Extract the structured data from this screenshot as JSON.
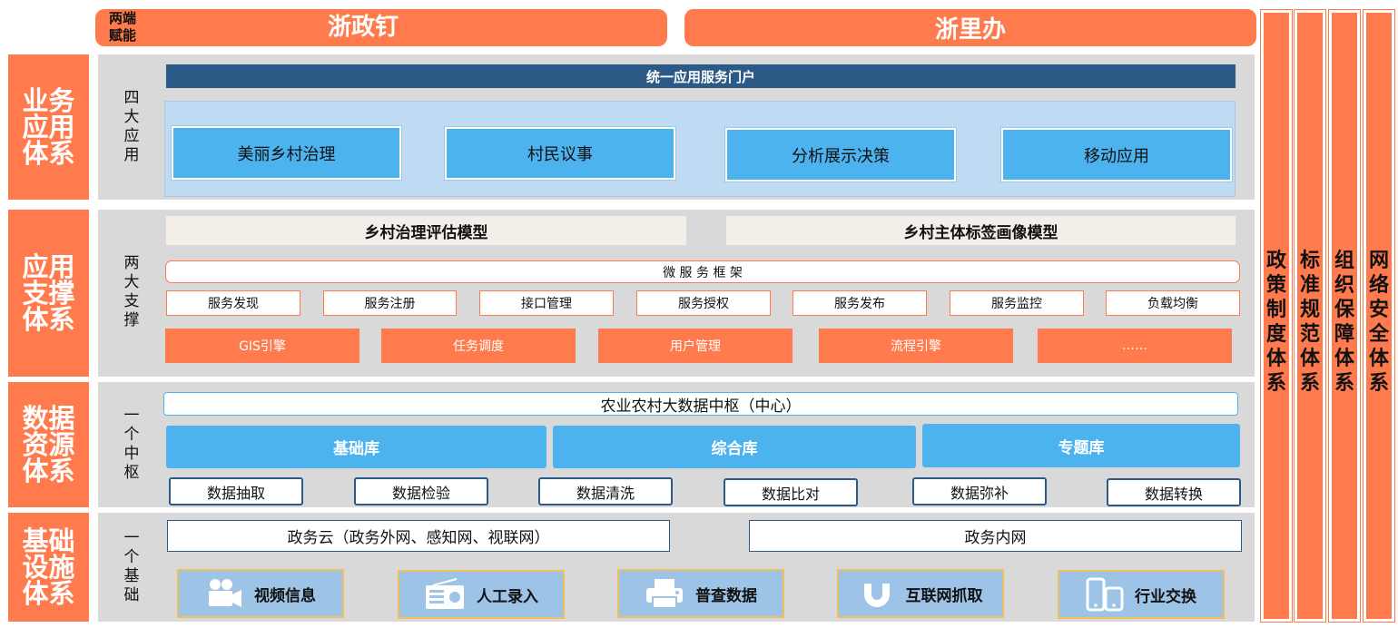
{
  "top": {
    "label": "两端\n赋能",
    "left_title": "浙政钉",
    "right_title": "浙里办"
  },
  "layers": {
    "business": "业务\n应用\n体系",
    "support": "应用\n支撑\n体系",
    "data": "数据\n资源\n体系",
    "infra": "基础\n设施\n体系"
  },
  "sublabels": {
    "four_apps": "四\n大\n应\n用",
    "two_support": "两\n大\n支\n撑",
    "one_hub": "一\n个\n中\n枢",
    "one_base": "一\n个\n基\n础"
  },
  "apps": {
    "portal": "统一应用服务门户",
    "items": [
      "美丽乡村治理",
      "村民议事",
      "分析展示决策",
      "移动应用"
    ]
  },
  "support": {
    "models": [
      "乡村治理评估模型",
      "乡村主体标签画像模型"
    ],
    "framework": "微 服 务 框 架",
    "services": [
      "服务发现",
      "服务注册",
      "接口管理",
      "服务授权",
      "服务发布",
      "服务监控",
      "负载均衡"
    ],
    "engines": [
      "GIS引擎",
      "任务调度",
      "用户管理",
      "流程引擎",
      "……"
    ]
  },
  "data": {
    "hub": "农业农村大数据中枢（中心）",
    "libraries": [
      "基础库",
      "综合库",
      "专题库"
    ],
    "ops": [
      "数据抽取",
      "数据检验",
      "数据清洗",
      "数据比对",
      "数据弥补",
      "数据转换"
    ]
  },
  "infra": {
    "networks": [
      "政务云（政务外网、感知网、视联网）",
      "政务内网"
    ],
    "sources": [
      {
        "label": "视频信息",
        "icon": "video-camera-icon"
      },
      {
        "label": "人工录入",
        "icon": "radio-icon"
      },
      {
        "label": "普查数据",
        "icon": "printer-icon"
      },
      {
        "label": "互联网抓取",
        "icon": "magnet-icon"
      },
      {
        "label": "行业交换",
        "icon": "devices-icon"
      }
    ]
  },
  "right_columns": [
    "政\n策\n制\n度\n体\n系",
    "标\n准\n规\n范\n体\n系",
    "组\n织\n保\n障\n体\n系",
    "网\n络\n安\n全\n体\n系"
  ],
  "colors": {
    "orange": "#ff7b4e",
    "blue": "#4db3ef",
    "navy": "#2c5a87",
    "gray": "#d9d9d9"
  }
}
